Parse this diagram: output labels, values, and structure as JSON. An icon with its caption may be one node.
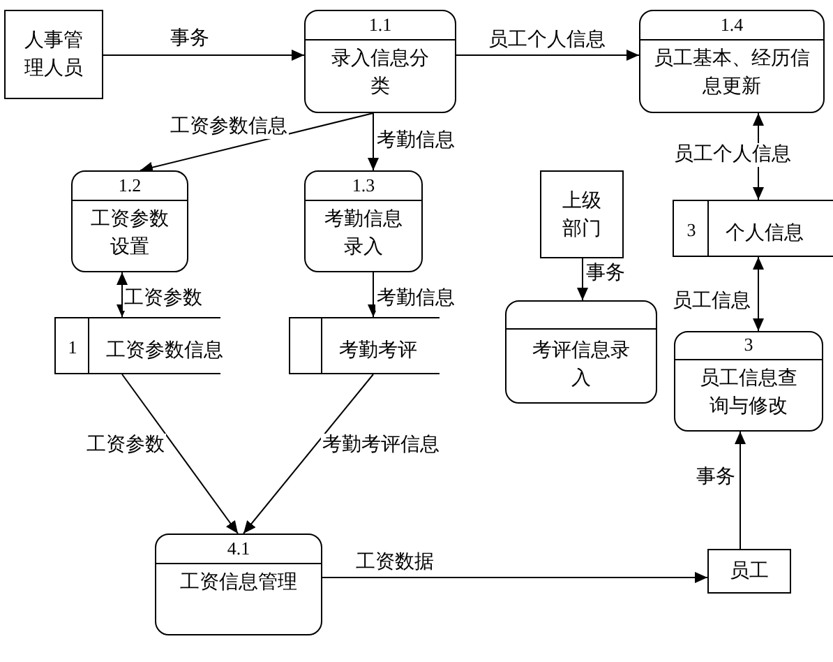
{
  "diagram": {
    "nodes": [
      {
        "text": [
          "人事管理人员"
        ]
      },
      {
        "text": [
          "1.1",
          "录入信息分类"
        ]
      },
      {
        "text": [
          "1.4",
          "员工基本、经历信息更新"
        ]
      },
      {
        "text": [
          "1.2",
          "工资参数设置"
        ]
      },
      {
        "text": [
          "1.3",
          "考勤信息录入"
        ]
      },
      {
        "text": [
          "上级部门"
        ]
      },
      {
        "text": [
          "3",
          "个人信息"
        ]
      },
      {
        "text": [
          "1",
          "工资参数信息"
        ]
      },
      {
        "text": [
          "考勤考评"
        ]
      },
      {
        "text": [
          "考评信息录入"
        ]
      },
      {
        "text": [
          "3",
          "员工信息查询与修改"
        ]
      },
      {
        "text": [
          "4.1",
          "工资信息管理"
        ]
      },
      {
        "text": [
          "员工"
        ]
      }
    ],
    "edges": [
      {
        "from": 0,
        "to": 1,
        "arrow": "to",
        "label": "事务"
      },
      {
        "from": 1,
        "to": 2,
        "arrow": "to",
        "label": "员工个人信息"
      },
      {
        "from": 1,
        "to": 3,
        "arrow": "to",
        "label": "工资参数信息"
      },
      {
        "from": 1,
        "to": 4,
        "arrow": "to",
        "label": "考勤信息"
      },
      {
        "from": 2,
        "to": 6,
        "arrow": "both",
        "label": "员工个人信息"
      },
      {
        "from": 3,
        "to": 7,
        "arrow": "both",
        "label": "工资参数"
      },
      {
        "from": 4,
        "to": 8,
        "arrow": "to",
        "label": "考勤信息"
      },
      {
        "from": 5,
        "to": 9,
        "arrow": "to",
        "label": "事务"
      },
      {
        "from": 6,
        "to": 10,
        "arrow": "both",
        "label": "员工信息"
      },
      {
        "from": 7,
        "to": 11,
        "arrow": "to",
        "label": "工资参数"
      },
      {
        "from": 8,
        "to": 11,
        "arrow": "to",
        "label": "考勤考评信息"
      },
      {
        "from": 11,
        "to": 12,
        "arrow": "to",
        "label": "工资数据"
      },
      {
        "from": 12,
        "to": 10,
        "arrow": "to",
        "label": "事务"
      }
    ]
  }
}
